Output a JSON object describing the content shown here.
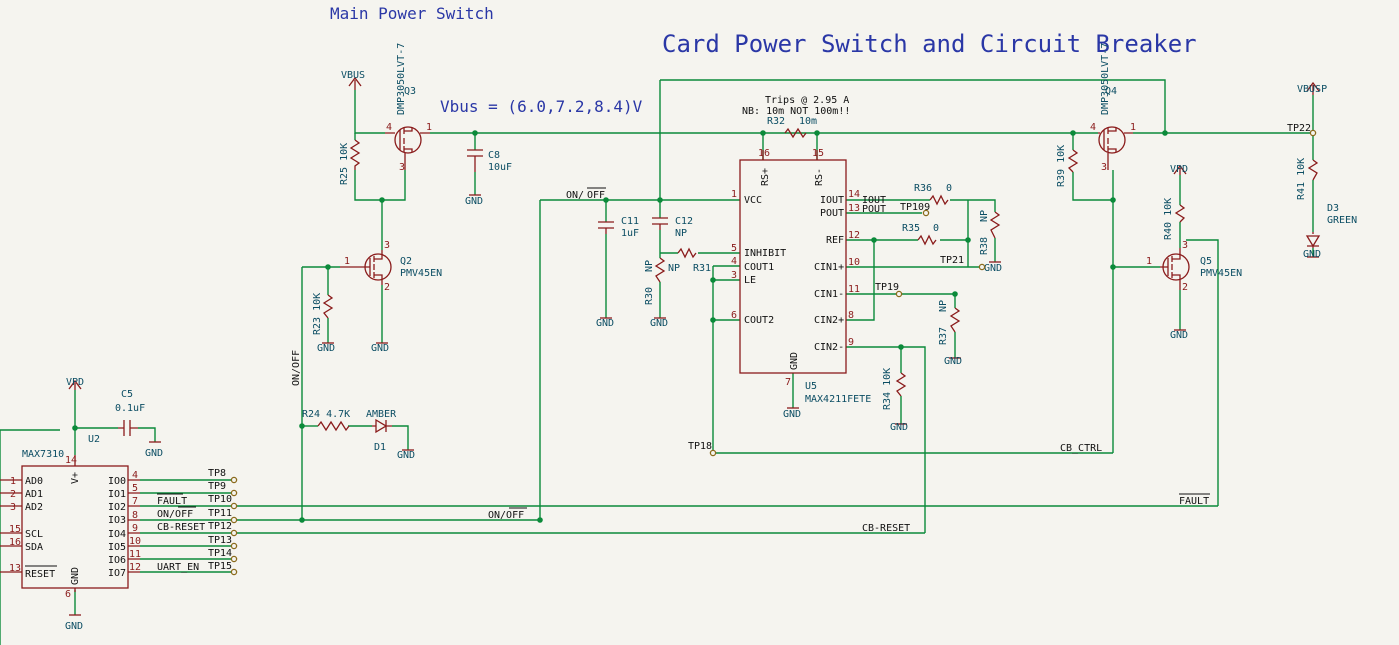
{
  "titles": {
    "card": "Card Power Switch and Circuit Breaker",
    "main": "Main Power Switch",
    "vbus_note": "Vbus = (6.0,7.2,8.4)V",
    "trips": "Trips @ 2.95 A",
    "nb_note": "NB: 10m NOT 100m!!"
  },
  "power": {
    "vbus": "VBUS",
    "vbusp": "VBUSP",
    "vpd": "VPD",
    "gnd": "GND"
  },
  "nets": {
    "on_off": "ON/OFF",
    "on": "ON/",
    "off": "OFF",
    "cb_ctrl": "CB_CTRL",
    "fault": "FAULT",
    "cb_reset": "CB-RESET",
    "uart_en": "UART_EN"
  },
  "parts": {
    "q3": {
      "ref": "Q3",
      "value": "DMP3050LVT-7"
    },
    "q4": {
      "ref": "Q4",
      "value": "DMP3050LVT-7"
    },
    "q2": {
      "ref": "Q2",
      "value": "PMV45EN"
    },
    "q5": {
      "ref": "Q5",
      "value": "PMV45EN"
    },
    "r25": "R25 10K",
    "r23": "R23 10K",
    "r24": "R24 4.7K",
    "r30": "R30",
    "r31": "R31",
    "r32": "R32",
    "r32v": "10m",
    "r34": "R34 10K",
    "r35": "R35",
    "r35v": "0",
    "r36": "R36",
    "r36v": "0",
    "r37": "R37",
    "r38": "R38",
    "r39": "R39 10K",
    "r40": "R40 10K",
    "r41": "R41 10K",
    "np": "NP",
    "c5": "C5",
    "c5v": "0.1uF",
    "c8": "C8",
    "c8v": "10uF",
    "c11": "C11",
    "c11v": "1uF",
    "c12": "C12",
    "c12v": "NP",
    "d1": "D1",
    "d1v": "AMBER",
    "d3": "D3",
    "d3v": "GREEN",
    "u5": "U5",
    "u5v": "MAX4211FETE",
    "u2": "U2",
    "u2v": "MAX7310"
  },
  "u5_pins": {
    "rsp": "RS+",
    "rsm": "RS-",
    "vcc": "VCC",
    "inhibit": "INHIBIT",
    "cout1": "COUT1",
    "le": "LE",
    "cout2": "COUT2",
    "gnd": "GND",
    "iout": "IOUT",
    "pout": "POUT",
    "ref": "REF",
    "cin1p": "CIN1+",
    "cin1m": "CIN1-",
    "cin2p": "CIN2+",
    "cin2m": "CIN2-",
    "n16": "16",
    "n15": "15",
    "n1": "1",
    "n5": "5",
    "n4": "4",
    "n3": "3",
    "n6": "6",
    "n7": "7",
    "n14": "14",
    "n13": "13",
    "n12": "12",
    "n10": "10",
    "n11": "11",
    "n8": "8",
    "n9": "9"
  },
  "u2_pins": {
    "ad0": "AD0",
    "ad1": "AD1",
    "ad2": "AD2",
    "scl": "SCL",
    "sda": "SDA",
    "reset": "RESET",
    "vplus": "V+",
    "gnd": "GND",
    "io0": "IO0",
    "io1": "IO1",
    "io2": "IO2",
    "io3": "IO3",
    "io4": "IO4",
    "io5": "IO5",
    "io6": "IO6",
    "io7": "IO7",
    "p1": "1",
    "p2": "2",
    "p3": "3",
    "p15": "15",
    "p16": "16",
    "p13": "13",
    "p14": "14",
    "p6": "6",
    "p4": "4",
    "p5": "5",
    "p7": "7",
    "p8": "8",
    "p9": "9",
    "p10": "10",
    "p11": "11",
    "p12": "12"
  },
  "fet_pins": {
    "p1": "1",
    "p2": "2",
    "p3": "3",
    "p4": "4"
  },
  "testpoints": {
    "tp8": "TP8",
    "tp9": "TP9",
    "tp10": "TP10",
    "tp11": "TP11",
    "tp12": "TP12",
    "tp13": "TP13",
    "tp14": "TP14",
    "tp15": "TP15",
    "tp18": "TP18",
    "tp19": "TP19",
    "tp21": "TP21",
    "tp22": "TP22",
    "tp109": "TP109"
  },
  "colors": {
    "wire": "#0b8a3a",
    "component": "#8a1b1b",
    "label": "#0b4d63",
    "title": "#2a37a6",
    "background": "#f5f4ef"
  }
}
